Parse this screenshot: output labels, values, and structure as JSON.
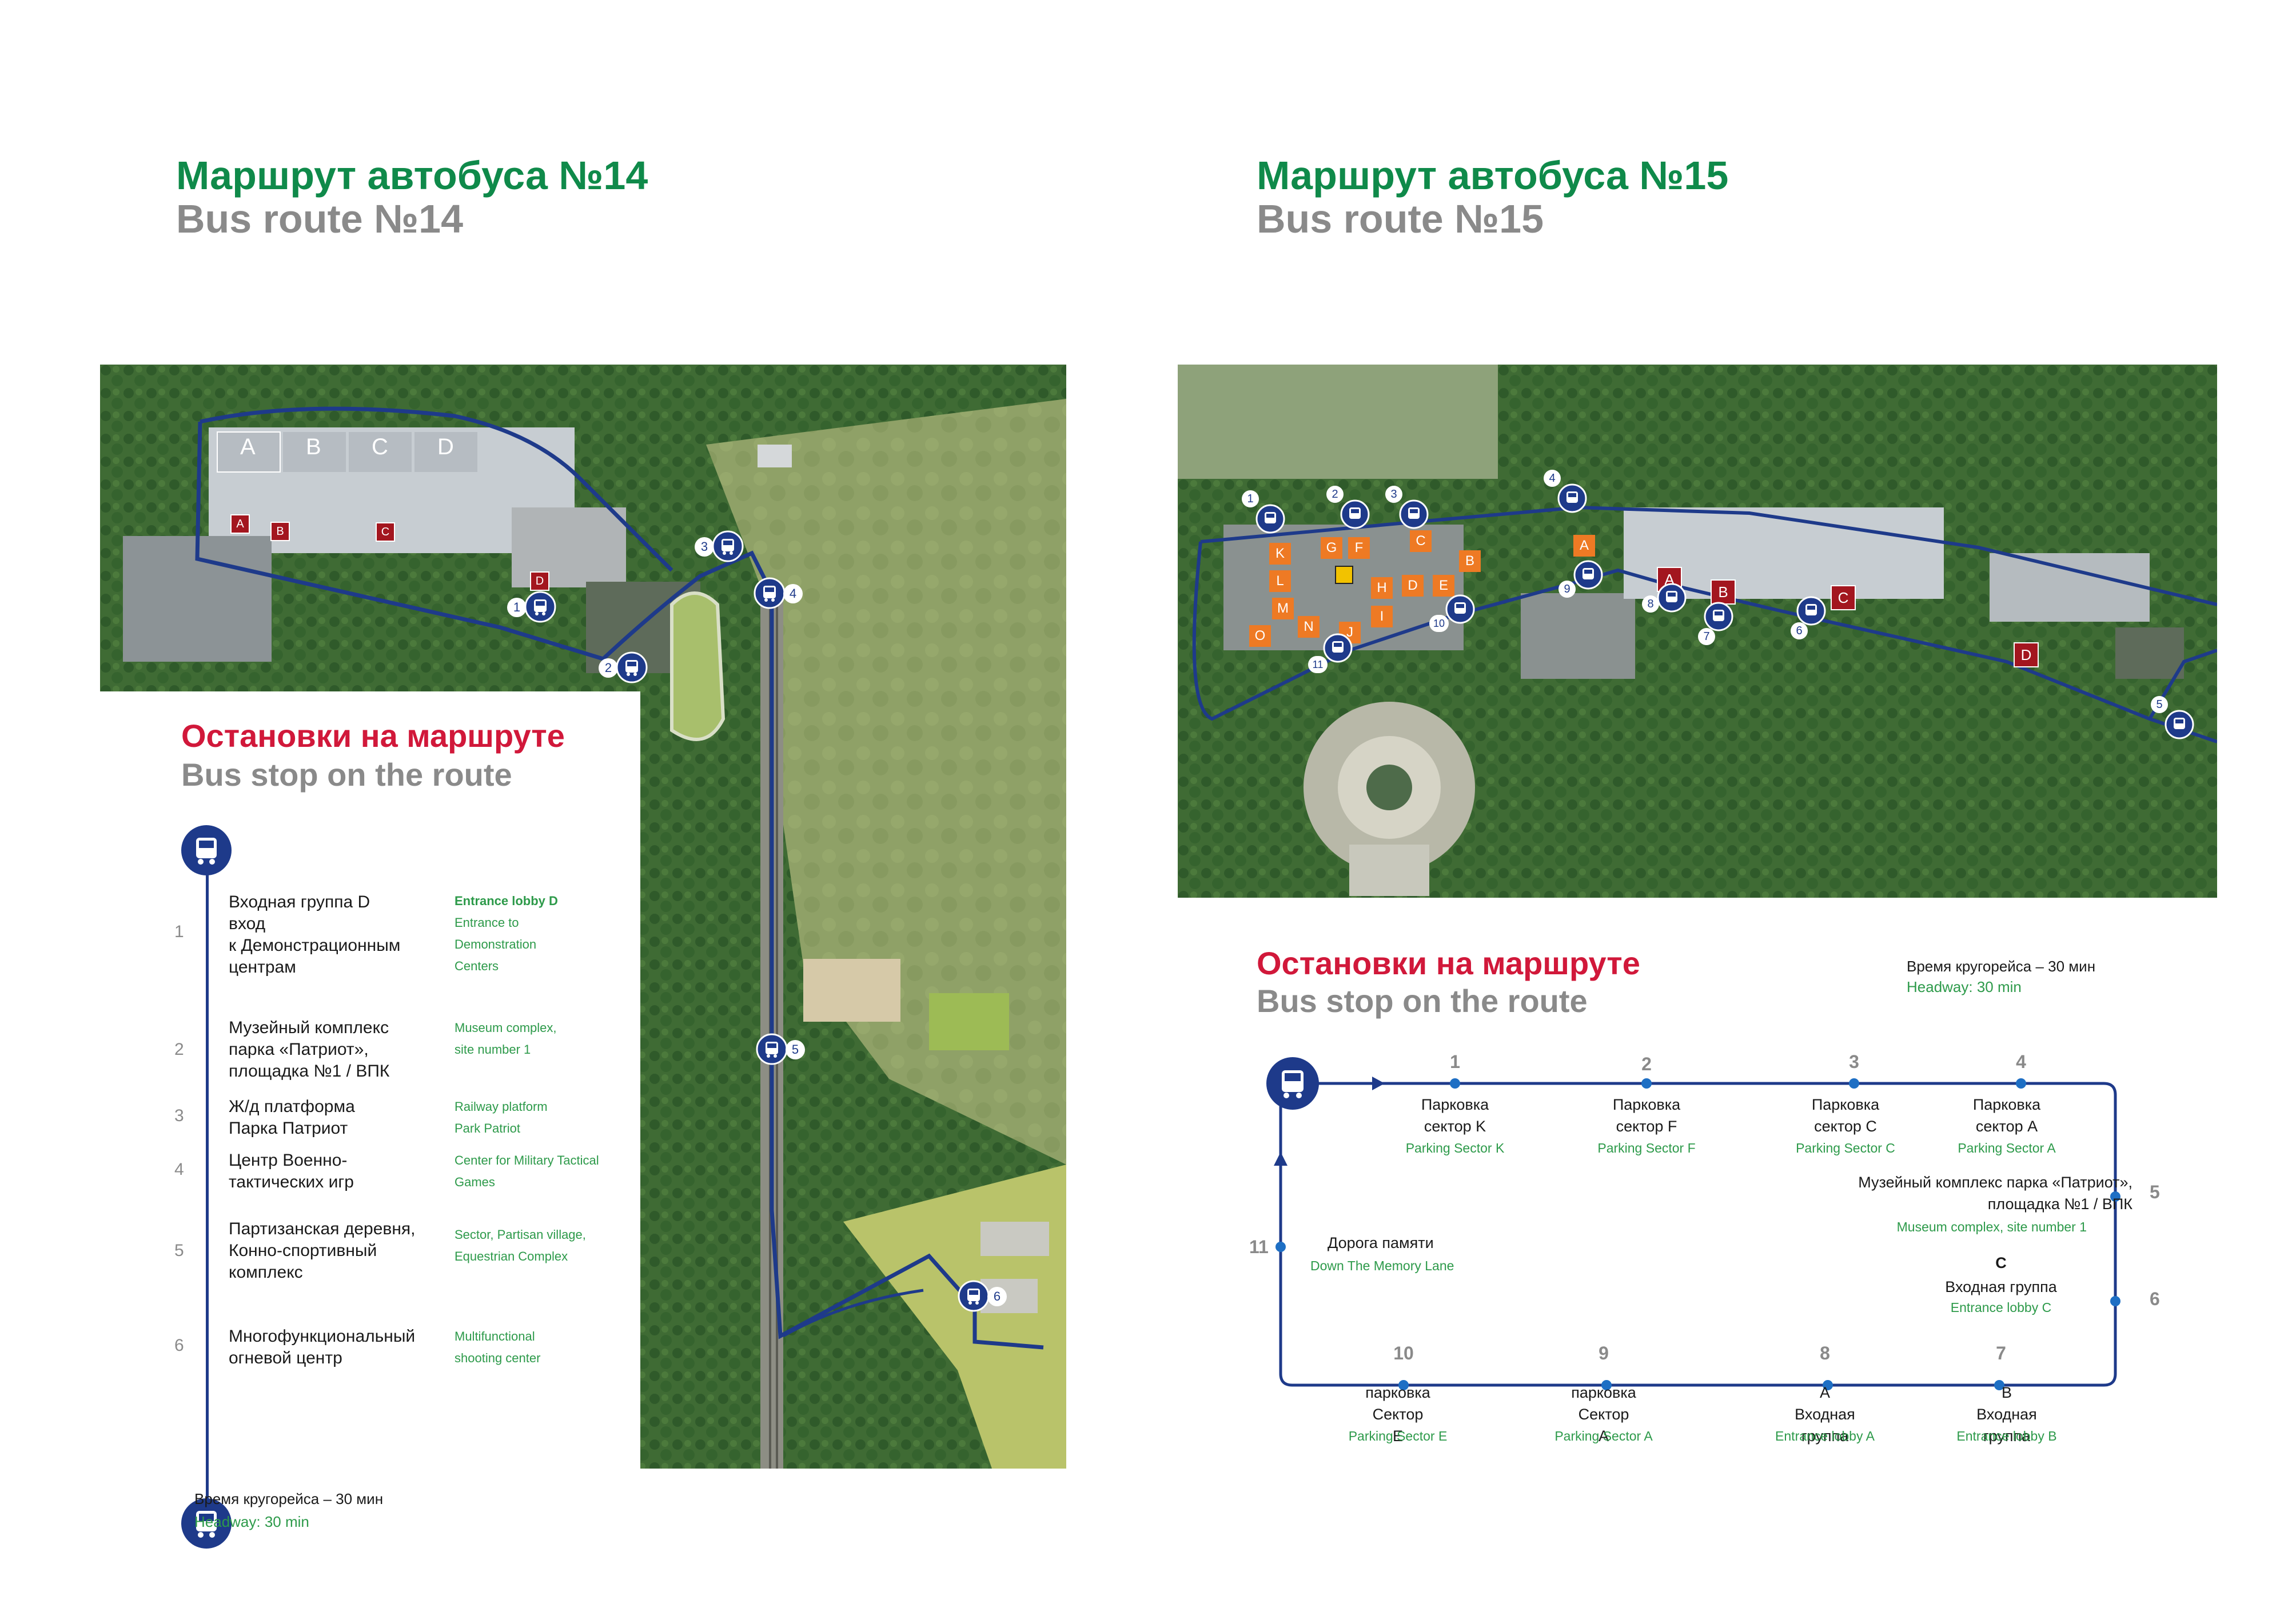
{
  "route14": {
    "title_ru": "Маршрут автобуса №14",
    "title_en": "Bus route №14",
    "map": {
      "zones": [
        "A",
        "B",
        "C",
        "D"
      ],
      "entrance_labels": [
        "A",
        "B",
        "C",
        "D"
      ],
      "stop_numbers": [
        "1",
        "2",
        "3",
        "4",
        "5",
        "6"
      ]
    },
    "stops_title_ru": "Остановки на маршруте",
    "stops_title_en": "Bus stop on the route",
    "stops": [
      {
        "num": "1",
        "ru": "Входная группа D\nвход\nк Демонстрационным\nцентрам",
        "en_title": "Entrance lobby D",
        "en": "Entrance to\nDemonstration\nCenters"
      },
      {
        "num": "2",
        "ru": "Музейный комплекс\nпарка «Патриот»,\nплощадка №1 / ВПК",
        "en": "Museum complex,\nsite number 1"
      },
      {
        "num": "3",
        "ru": "Ж/д платформа\nПарка Патриот",
        "en": "Railway platform\nPark Patriot"
      },
      {
        "num": "4",
        "ru": "Центр Военно-\nтактических игр",
        "en": "Center for Military Tactical\nGames"
      },
      {
        "num": "5",
        "ru": "Партизанская деревня,\nКонно-спортивный\nкомплекс",
        "en": "Sector, Partisan village,\nEquestrian Complex"
      },
      {
        "num": "6",
        "ru": "Многофункциональный\nогневой центр",
        "en": "Multifunctional\nshooting center"
      }
    ],
    "headway_ru": "Время кругорейса – 30 мин",
    "headway_en": "Headway: 30 min"
  },
  "route15": {
    "title_ru": "Маршрут автобуса №15",
    "title_en": "Bus route №15",
    "map": {
      "parking_letters": [
        "K",
        "L",
        "M",
        "O",
        "N",
        "G",
        "F",
        "C",
        "B",
        "H",
        "D",
        "E",
        "I",
        "J",
        "A"
      ],
      "entrance_labels": [
        "A",
        "B",
        "C",
        "D"
      ],
      "stop_numbers": [
        "1",
        "2",
        "3",
        "4",
        "5",
        "6",
        "7",
        "8",
        "9",
        "10",
        "11"
      ]
    },
    "stops_title_ru": "Остановки на маршруте",
    "stops_title_en": "Bus stop on the route",
    "headway_ru": "Время кругорейса – 30 мин",
    "headway_en": "Headway: 30 min",
    "scheme": {
      "top": [
        {
          "num": "1",
          "ru": "Парковка\nсектор K",
          "en": "Parking Sector K"
        },
        {
          "num": "2",
          "ru": "Парковка\nсектор F",
          "en": "Parking Sector F"
        },
        {
          "num": "3",
          "ru": "Парковка\nсектор C",
          "en": "Parking Sector C"
        },
        {
          "num": "4",
          "ru": "Парковка\nсектор A",
          "en": "Parking Sector A"
        }
      ],
      "right": [
        {
          "num": "5",
          "ru": "Музейный комплекс парка «Патриот»,\nплощадка №1 / ВПК",
          "en": "Museum complex, site number 1"
        },
        {
          "num": "6",
          "letter": "C",
          "ru": "Входная группа",
          "en": "Entrance lobby C"
        }
      ],
      "bottom": [
        {
          "num": "10",
          "ru": "парковка\nСектор E",
          "en": "Parking Sector E"
        },
        {
          "num": "9",
          "ru": "парковка\nСектор A",
          "en": "Parking Sector A"
        },
        {
          "num": "8",
          "ru": "A\nВходная группа",
          "en": "Entrance lobby A"
        },
        {
          "num": "7",
          "ru": "B\nВходная группа",
          "en": "Entrance lobby B"
        }
      ],
      "left": [
        {
          "num": "11",
          "ru": "Дорога памяти",
          "en": "Down The Memory Lane"
        }
      ]
    }
  },
  "colors": {
    "title_green": "#0f8a4a",
    "subtitle_gray": "#8a8a8a",
    "stops_red": "#d1183a",
    "route_blue": "#1e3a8a",
    "english_green": "#2d9a4a",
    "parking_orange": "#ee7a24",
    "entrance_red": "#a3161f"
  },
  "icons": [
    "bus-icon",
    "arrow-right-icon",
    "arrow-up-icon"
  ]
}
